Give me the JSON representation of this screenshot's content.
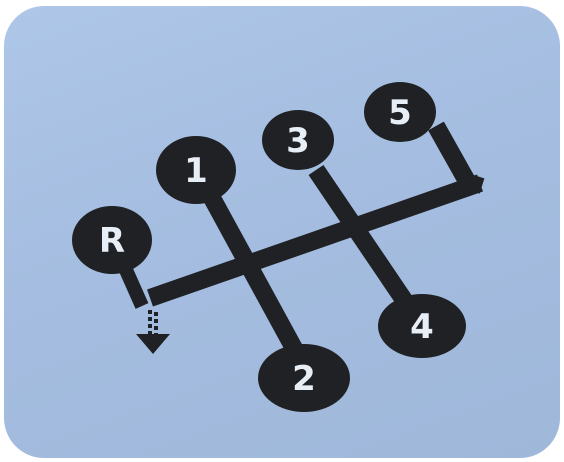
{
  "gears": [
    {
      "id": "R",
      "label": "R"
    },
    {
      "id": "1",
      "label": "1"
    },
    {
      "id": "2",
      "label": "2"
    },
    {
      "id": "3",
      "label": "3"
    },
    {
      "id": "4",
      "label": "4"
    },
    {
      "id": "5",
      "label": "5"
    }
  ],
  "colors": {
    "plate": "#a9c2e4",
    "ink": "#1f2124",
    "label": "#e8eef6"
  }
}
